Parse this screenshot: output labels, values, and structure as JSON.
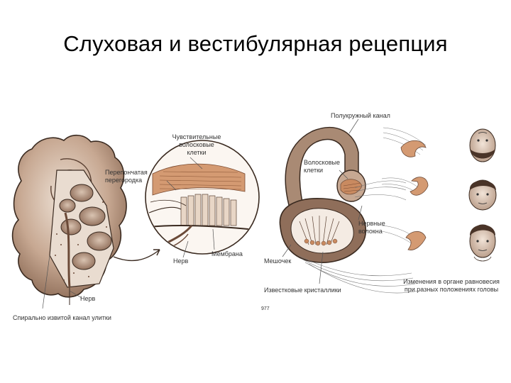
{
  "slide": {
    "title": "Слуховая и вестибулярная рецепция"
  },
  "cochlea": {
    "labels": {
      "sensory_hair_cells_1": "Чувствительные",
      "sensory_hair_cells_2": "волосковые",
      "sensory_hair_cells_3": "клетки",
      "membranous_septum_1": "Перепончатая",
      "membranous_septum_2": "перегородка",
      "membrane": "Мембрана",
      "nerve_zoom": "Нерв",
      "nerve": "Нерв",
      "spiral_canal": "Спирально извитой канал улитки"
    }
  },
  "vestibular": {
    "labels": {
      "semicircular_canal": "Полукружный канал",
      "hair_cells_1": "Волосковые",
      "hair_cells_2": "клетки",
      "nerve_fibers_1": "Нервные",
      "nerve_fibers_2": "волокна",
      "sac": "Мешочек",
      "crystals": "Известковые кристаллики",
      "caption_1": "Изменения в органе равновесия",
      "caption_2": "при разных положениях головы",
      "small_mark": "977"
    }
  },
  "colors": {
    "tissue": "#b89880",
    "tissue_dark": "#7a5a46",
    "tissue_light": "#e6d3c3",
    "fiber": "#c48860",
    "outline": "#3a2a20"
  }
}
